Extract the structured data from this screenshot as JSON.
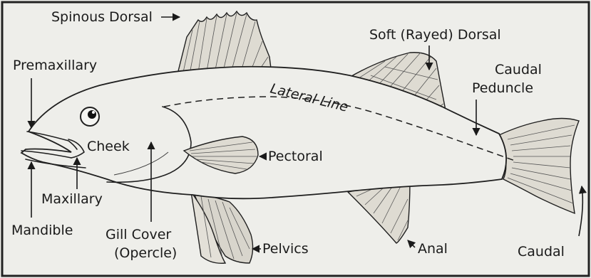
{
  "labels": {
    "spinous_dorsal": "Spinous Dorsal",
    "soft_dorsal": "Soft (Rayed) Dorsal",
    "premaxillary": "Premaxillary",
    "caudal_peduncle_1": "Caudal",
    "caudal_peduncle_2": "Peduncle",
    "lateral_line": "Lateral Line",
    "cheek": "Cheek",
    "pectoral": "Pectoral",
    "maxillary": "Maxillary",
    "mandible": "Mandible",
    "gill_cover_1": "Gill Cover",
    "gill_cover_2": "(Opercle)",
    "pelvics": "Pelvics",
    "anal": "Anal",
    "caudal": "Caudal"
  },
  "colors": {
    "background": "#eeeeea",
    "ink": "#1f1f1f",
    "fin_fill": "#dedbd2"
  }
}
